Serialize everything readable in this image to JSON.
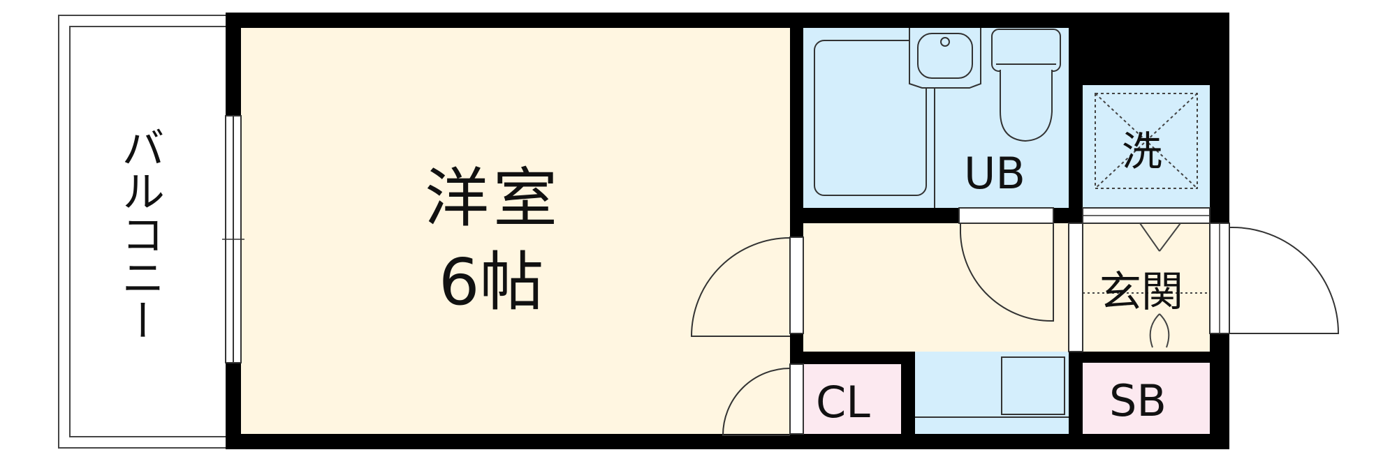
{
  "floor_plan": {
    "rooms": {
      "balcony": {
        "label": "バルコニー"
      },
      "western_room": {
        "label": "洋室",
        "size_label": "6帖"
      },
      "unit_bath": {
        "label": "UB"
      },
      "laundry": {
        "label": "洗"
      },
      "entrance": {
        "label": "玄関"
      },
      "closet": {
        "label": "CL"
      },
      "shoe_box": {
        "label": "SB"
      }
    },
    "colors": {
      "western_room": "#FFF6E1",
      "unit_bath": "#D4EEFC",
      "laundry": "#D4EEFC",
      "kitchen": "#D4EEFC",
      "storage": "#FCE9F0",
      "hall": "#FFF6E1",
      "wall": "#000000"
    }
  }
}
